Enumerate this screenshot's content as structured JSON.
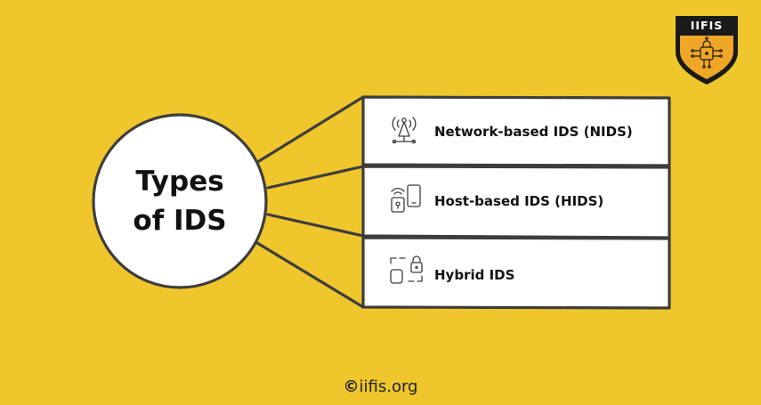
{
  "hub": {
    "line1": "Types",
    "line2": "of IDS"
  },
  "items": [
    {
      "label": "Network-based IDS (NIDS)",
      "icon": "network-antenna-icon"
    },
    {
      "label": "Host-based IDS (HIDS)",
      "icon": "host-device-lock-icon"
    },
    {
      "label": "Hybrid IDS",
      "icon": "hybrid-lock-icon"
    }
  ],
  "logo": {
    "text": "IIFIS",
    "colors": {
      "shield": "#1A1A1A",
      "emblem": "#F0A626"
    }
  },
  "footer": {
    "copyright_symbol": "©",
    "text": "iifis.org"
  },
  "colors": {
    "background": "#EFC62B",
    "panel": "#FFFFFF",
    "outline": "#3D3D3D",
    "text": "#111111"
  }
}
